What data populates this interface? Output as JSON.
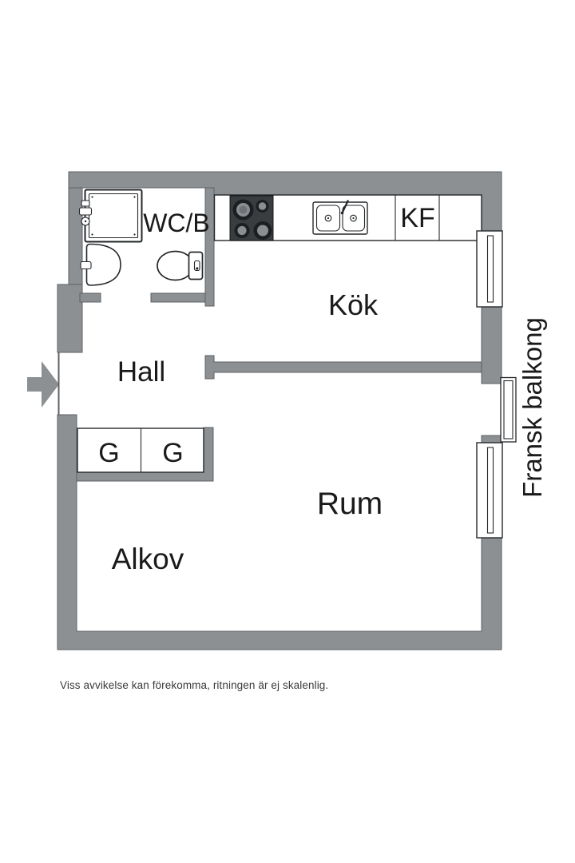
{
  "colors": {
    "wall": "#8C9093",
    "stove": "#3A3D3F",
    "burner_ring": "#1C1F21",
    "burner_center": "#8A8E91",
    "burner_inner": "#6E7276"
  },
  "rooms": {
    "wcb": "WC/B",
    "kok": "Kök",
    "hall": "Hall",
    "rum": "Rum",
    "alkov": "Alkov"
  },
  "fixtures": {
    "kf_label": "KF",
    "wardrobe1_label": "G",
    "wardrobe2_label": "G"
  },
  "balcony": {
    "label": "Fransk balkong"
  },
  "icons": [
    "entry-arrow-icon",
    "shower-icon",
    "washbasin-icon",
    "toilet-icon",
    "stove-icon",
    "sink-icon",
    "kitchen-window-icon",
    "rum-window-icon",
    "french-balcony-door-icon"
  ],
  "footer": {
    "disclaimer": "Viss avvikelse kan förekomma, ritningen är ej skalenlig."
  }
}
